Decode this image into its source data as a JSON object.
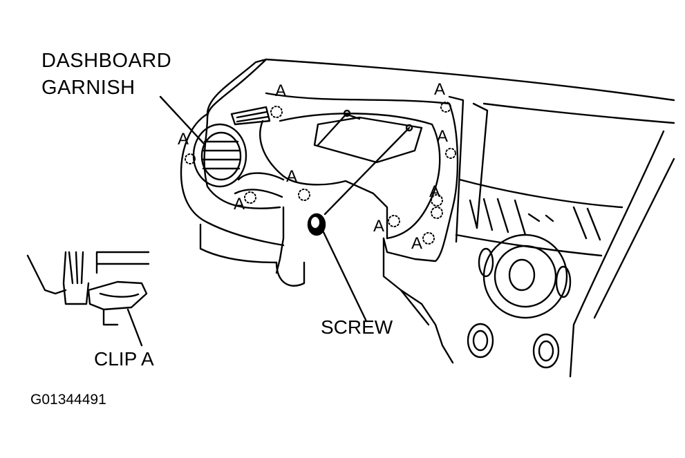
{
  "labels": {
    "garnish_line1": "DASHBOARD",
    "garnish_line2": "GARNISH",
    "screw": "SCREW",
    "clip": "CLIP A",
    "figure_code": "G01344491",
    "clip_marker": "A"
  },
  "colors": {
    "ink": "#000000",
    "paper": "#ffffff"
  }
}
